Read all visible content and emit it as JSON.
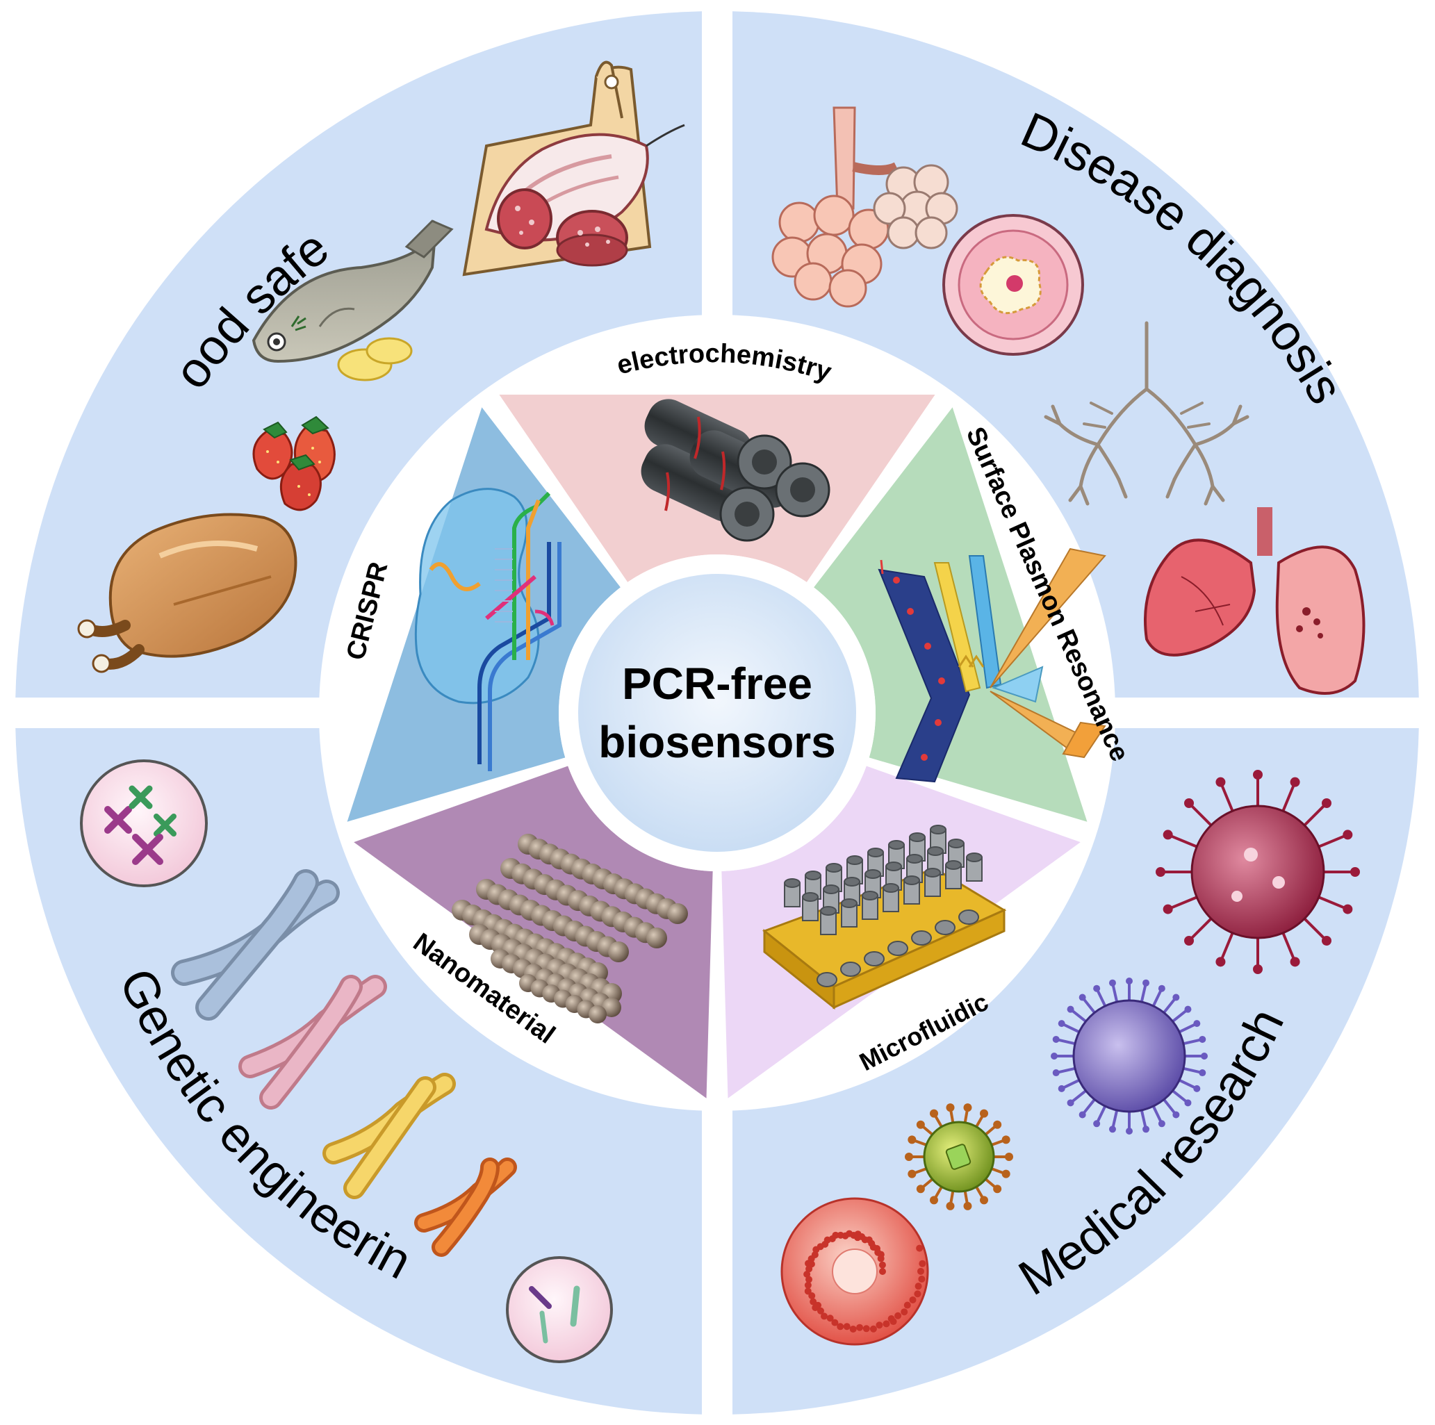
{
  "center": {
    "line1": "PCR-free",
    "line2": "biosensors"
  },
  "applications": {
    "food_safety": "Food safety",
    "disease_diagnosis": "Disease diagnosis",
    "genetic_engineering": "Genetic engineering",
    "medical_research": "Medical research"
  },
  "methods": {
    "electrochemistry": "electrochemistry",
    "spr": "Surface Plasmon Resonance",
    "microfluidic": "Microfluidic",
    "nanomaterial": "Nanomaterial",
    "crispr": "CRISPR"
  },
  "colors": {
    "outer_ring": "#cfe0f7",
    "center_disk": "#dce8f8",
    "electrochemistry": "#f2cfd0",
    "spr": "#b6dcbb",
    "microfluidic": "#ecd7f6",
    "nanomaterial": "#b089b4",
    "crispr": "#8dbde0"
  }
}
